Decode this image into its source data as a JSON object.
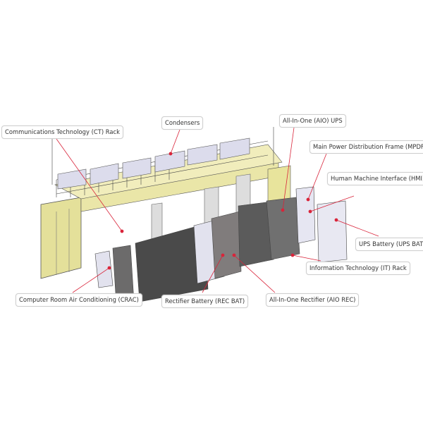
{
  "labels": {
    "ct_rack": "Communications Technology (CT) Rack",
    "condensers": "Condensers",
    "aio_ups": "All-In-One (AIO) UPS",
    "mpdf": "Main Power Distribution Frame (MPDF)",
    "hmi": "Human Machine Interface (HMI)",
    "ups_bat": "UPS Battery (UPS BAT)",
    "it_rack": "Information Technology (IT) Rack",
    "aio_rec": "All-In-One Rectifier (AIO REC)",
    "rec_bat": "Rectifier Battery (REC BAT)",
    "crac": "Computer Room Air Conditioning (CRAC)"
  },
  "colors": {
    "leader": "#d9243a",
    "container": "#e6e29a",
    "cabinet": "#7d7a7a",
    "condenser": "#dcdcec"
  }
}
